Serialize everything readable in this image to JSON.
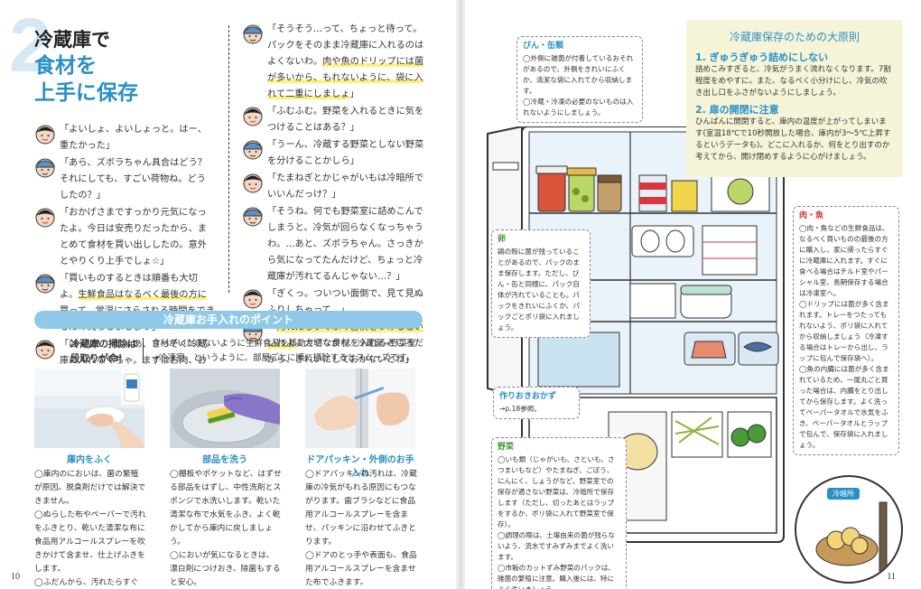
{
  "left": {
    "number": "2",
    "title_line1": "冷蔵庫で",
    "title_line2": "食材を",
    "title_line3": "上手に保存",
    "dialogue_left": [
      {
        "speaker": "a",
        "text": "「よいしょ、よいしょっと。はー、重たかった」"
      },
      {
        "speaker": "b",
        "text": "「あら、ズボラちゃん具合はどう？　それにしても、すごい荷物ね。どうしたの？」"
      },
      {
        "speaker": "a",
        "text": "「おかげさまですっかり元気になったよ。今日は安売りだったから、まとめて食材を買い出ししたの。意外とやりくり上手でしょ☆」"
      },
      {
        "speaker": "b",
        "pre": "「買いものするときは順番も大切よ。",
        "hl": "生鮮食品はなるべく最後の方に買って",
        "post": "、常温にさらされる時間をできるだけ減らしましょう」"
      },
      {
        "speaker": "a",
        "text": "「はーい！　じゃあ、さっそく冷蔵庫に入れなくちゃ。まずはお肉、お肉っと」"
      }
    ],
    "dialogue_right": [
      {
        "speaker": "b",
        "pre": "「そうそう…って、ちょっと待って。パックをそのまま冷蔵庫に入れるのはよくないわ。",
        "hl": "肉や魚のドリップには菌が多いから、もれないように、袋に入れて二重にしましょ",
        "post": "」"
      },
      {
        "speaker": "a",
        "text": "「ふむふむ。野菜を入れるときに気をつけることはある？」"
      },
      {
        "speaker": "b",
        "text": "「うーん、冷蔵する野菜としない野菜を分けることかしら」"
      },
      {
        "speaker": "a",
        "text": "「たまねぎとかじゃがいもは冷暗所でいいんだっけ？」"
      },
      {
        "speaker": "b",
        "text": "「そうね。何でも野菜室に詰めこんでしまうと、冷気が回らなくなっちゃうわ。…あと、ズボラちゃん。さっきから気になってたんだけど、ちょっと冷蔵庫が汚れてるんじゃない…？」"
      },
      {
        "speaker": "a",
        "text": "「ぎくっ。ついつい面倒で、見て見ぬふりしちゃって…」"
      },
      {
        "speaker": "b",
        "pre": "「",
        "hl": "汚れたらすぐふく習慣をつけるといいわよ",
        "post": "。大切な食材を入れるところだから、きれいにしておかないとね」"
      }
    ],
    "section_title": "冷蔵庫お手入れのポイント",
    "tip_head": "冷蔵庫の掃除は段取りが命！",
    "tip_body": "食材がいたまないように生鮮食品を移動させながら、冷蔵室→野菜室→冷凍室、というように、部屋ごとに順に掃除するとスムーズです。",
    "photos": [
      {
        "caption": "庫内をふく",
        "text": "◯庫内のにおいは、菌の繁殖が原因。脱臭剤だけでは解決できません。\n◯ぬらした布やペーパーで汚れをふきとり、乾いた清潔な布に食品用アルコールスプレーを吹きかけて含ませ、仕上げふきをします。\n◯ふだんから、汚れたらすぐにふきとる習慣をつけておきましょう。"
      },
      {
        "caption": "部品を洗う",
        "text": "◯棚板やポケットなど、はずせる部品をはずし、中性洗剤とスポンジで水洗いします。乾いた清潔な布で水気をふき、よく乾かしてから庫内に戻しましょう。\n◯においが気になるときは、漂白剤につけおき、除菌もすると安心。"
      },
      {
        "caption": "ドアパッキン・外側のお手入れ",
        "text": "◯ドアパッキンの汚れは、冷蔵庫の冷気がもれる原因にもつながります。歯ブラシなどに食品用アルコールスプレーを含ませ、パッキンに沿わせてふきとります。\n◯ドアのとっ手や表面も、食品用アルコールスプレーを含ませた布でふきます。"
      }
    ],
    "page_number": "10"
  },
  "right": {
    "principles_title": "冷蔵庫保存のための大原則",
    "principle1_title": "1. ぎゅうぎゅう詰めにしない",
    "principle1_text": "詰めこみすぎると、冷気がうまく流れなくなります。7割程度をめやすに。また、なるべく小分けにし、冷気の吹き出し口をふさがないようにしましょう。",
    "principle2_title": "2. 扉の開閉に注意",
    "principle2_text": "ひんぱんに開閉すると、庫内の温度が上がってしまいます(室温18℃で10秒開放した場合、庫内が3～5℃上昇するというデータも)。どこに入れるか、何をとり出すのか考えてから、開け閉めするように心がけましょう。",
    "notes": {
      "bottles_title": "びん・缶類",
      "bottles_text": "◯外側に雑菌が付着しているおそれがあるので、外側をきれいにふくか、清潔な袋に入れてから収納します。\n◯冷蔵・冷凍の必要のないものは入れないようにしましょう。",
      "egg_title": "卵",
      "egg_text": "鶏の殻に菌が残っていることがあるので、パックのまま保存します。ただし、びん・缶と同様に、パック自体が汚れていることも。パックをきれいにふくか、パックごとポリ袋に入れましょう。",
      "meat_title": "肉・魚",
      "meat_text": "◯肉・魚などの生鮮食品は、なるべく買いものの最後の方に購入し、家に帰ったらすぐに冷蔵庫に入れます。すぐに食べる場合はチルド室やパーシャル室、長期保存する場合は冷凍室へ。\n◯ドリップには菌が多く含まれます。トレーをつたってもれないよう、ポリ袋に入れてから収納しましょう（冷凍する場合はトレーから出し、ラップに包んで保存袋へ）。\n◯魚の内臓には菌が多く含まれているため、一尾丸ごと買った場合は、内臓をとり出してから保存します。よく洗ってペーパータオルで水気をふき、ペーパータオルとラップで包んで、保存袋に入れましょう。",
      "sakurioki_title": "作りおきおかず",
      "sakurioki_text": "→p.18参照。",
      "veg_title": "野菜",
      "veg_text": "◯いも類（じゃがいも、さといも、さつまいもなど）やたまねぎ、ごぼう、にんにく、しょうがなど、野菜室での保存が適さない野菜は、冷暗所で保存します（ただし、切ったあとはラップをするか、ポリ袋に入れて野菜室で保存）。\n◯調理の際は、土壌由来の菌が残らないよう、流水ですみずみまでよく洗います。\n◯市販のカットずみ野菜のパックは、雑菌の繁殖に注意。購入後には、特によく洗いましょう。",
      "reian_label": "冷暗所"
    },
    "page_number": "11"
  }
}
